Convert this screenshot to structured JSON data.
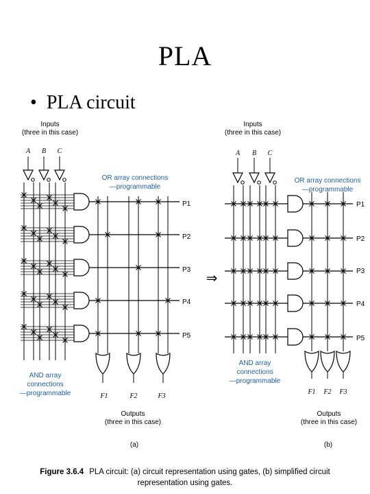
{
  "slide": {
    "title": "PLA",
    "bullet": "PLA circuit"
  },
  "panel_a": {
    "inputs_title": "Inputs",
    "inputs_sub": "(three in this case)",
    "inputs": [
      "A",
      "B",
      "C"
    ],
    "or_label_1": "OR array connections",
    "or_label_2": "—programmable",
    "products": [
      "P1",
      "P2",
      "P3",
      "P4",
      "P5"
    ],
    "and_label_1": "AND array",
    "and_label_2": "connections",
    "and_label_3": "—programmable",
    "outputs": [
      "F1",
      "F2",
      "F3"
    ],
    "outputs_title": "Outputs",
    "outputs_sub": "(three in this case)",
    "tag": "(a)"
  },
  "panel_b": {
    "inputs_title": "Inputs",
    "inputs_sub": "(three in this case)",
    "inputs": [
      "A",
      "B",
      "C"
    ],
    "or_label_1": "OR array connections",
    "or_label_2": "—programmable",
    "products": [
      "P1",
      "P2",
      "P3",
      "P4",
      "P5"
    ],
    "and_label_1": "AND array",
    "and_label_2": "connections",
    "and_label_3": "—programmable",
    "outputs": [
      "F1",
      "F2",
      "F3"
    ],
    "outputs_title": "Outputs",
    "outputs_sub": "(three in this case)",
    "tag": "(b)"
  },
  "arrow_symbol": "⇒",
  "caption": {
    "figure": "Figure 3.6.4",
    "line1": "PLA circuit: (a) circuit representation using gates, (b) simplified circuit",
    "line2": "representation using gates."
  },
  "colors": {
    "ink": "#000000",
    "annotation_blue": "#1f5fa8"
  }
}
